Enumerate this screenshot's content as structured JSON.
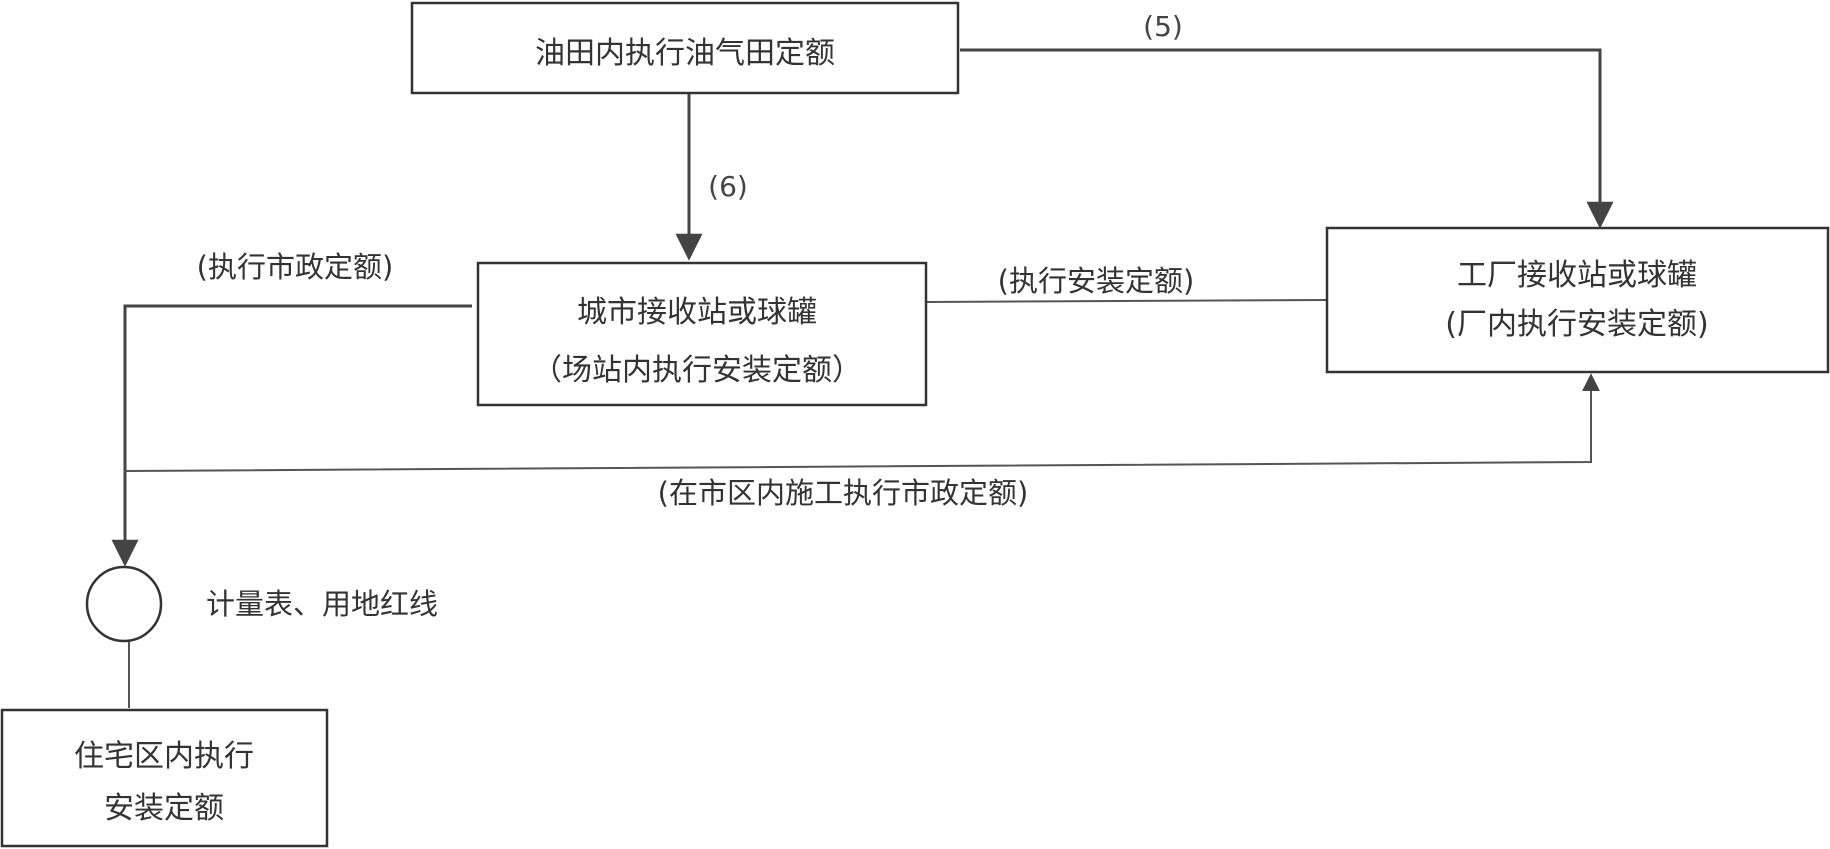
{
  "nodes": {
    "oilfield": {
      "line1": "油田内执行油气田定额"
    },
    "city_station": {
      "line1": "城市接收站或球罐",
      "line2": "（场站内执行安装定额）"
    },
    "factory_station": {
      "line1": "工厂接收站或球罐",
      "line2": "(厂内执行安装定额)"
    },
    "meter": {
      "label": "计量表、用地红线"
    },
    "residential": {
      "line1": "住宅区内执行",
      "line2": "安装定额"
    }
  },
  "edges": {
    "oilfield_to_factory": {
      "label": "(5)"
    },
    "oilfield_to_city": {
      "label": "(6)"
    },
    "city_to_meter": {
      "label": "(执行市政定额)"
    },
    "city_to_factory": {
      "label": "(执行安装定额)"
    },
    "meter_to_factory": {
      "label": "(在市区内施工执行市政定额)"
    }
  },
  "colors": {
    "stroke": "#444444",
    "text": "#333333",
    "background": "#ffffff"
  }
}
